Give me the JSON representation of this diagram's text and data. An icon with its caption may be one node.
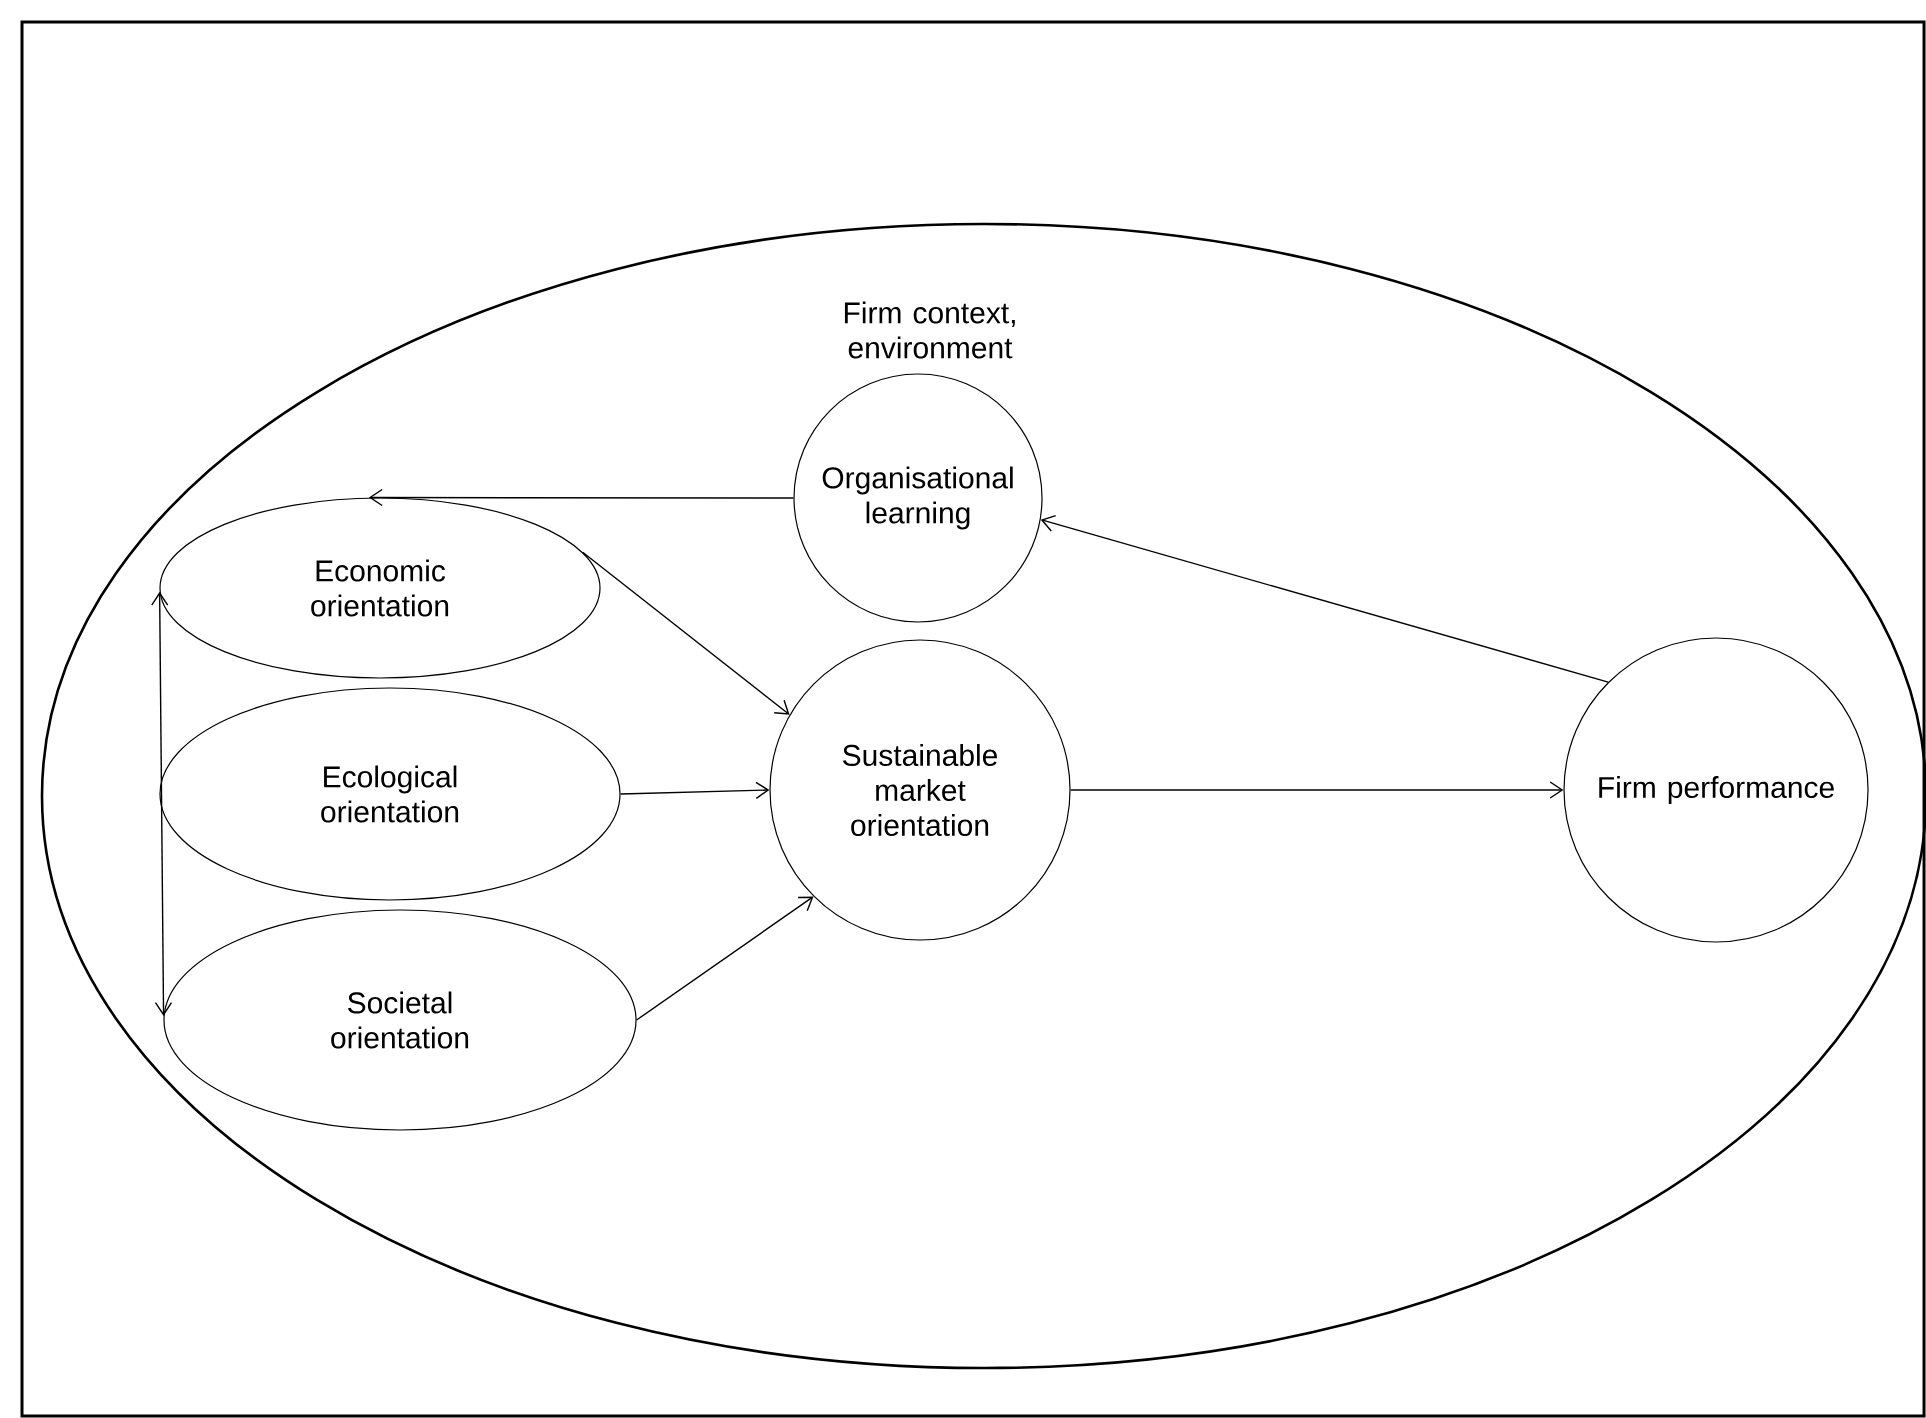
{
  "diagram": {
    "nodes": [
      {
        "text": [
          "Firm context, environment"
        ]
      },
      {
        "text": [
          "Organisational learning"
        ],
        "in": 0
      },
      {
        "text": [
          "Economic orientation"
        ],
        "in": 0
      },
      {
        "text": [
          "Ecological orientation"
        ],
        "in": 0
      },
      {
        "text": [
          "Societal orientation"
        ],
        "in": 0
      },
      {
        "text": [
          "Sustainable market orientation"
        ],
        "in": 0
      },
      {
        "text": [
          "Firm performance"
        ],
        "in": 0
      }
    ],
    "edges": [
      {
        "from": 1,
        "to": 2,
        "arrow": "to"
      },
      {
        "from": 2,
        "to": 4,
        "arrow": "both"
      },
      {
        "from": 2,
        "to": 5,
        "arrow": "to"
      },
      {
        "from": 3,
        "to": 5,
        "arrow": "to"
      },
      {
        "from": 4,
        "to": 5,
        "arrow": "to"
      },
      {
        "from": 5,
        "to": 6,
        "arrow": "to"
      },
      {
        "from": 6,
        "to": 1,
        "arrow": "to"
      }
    ]
  }
}
